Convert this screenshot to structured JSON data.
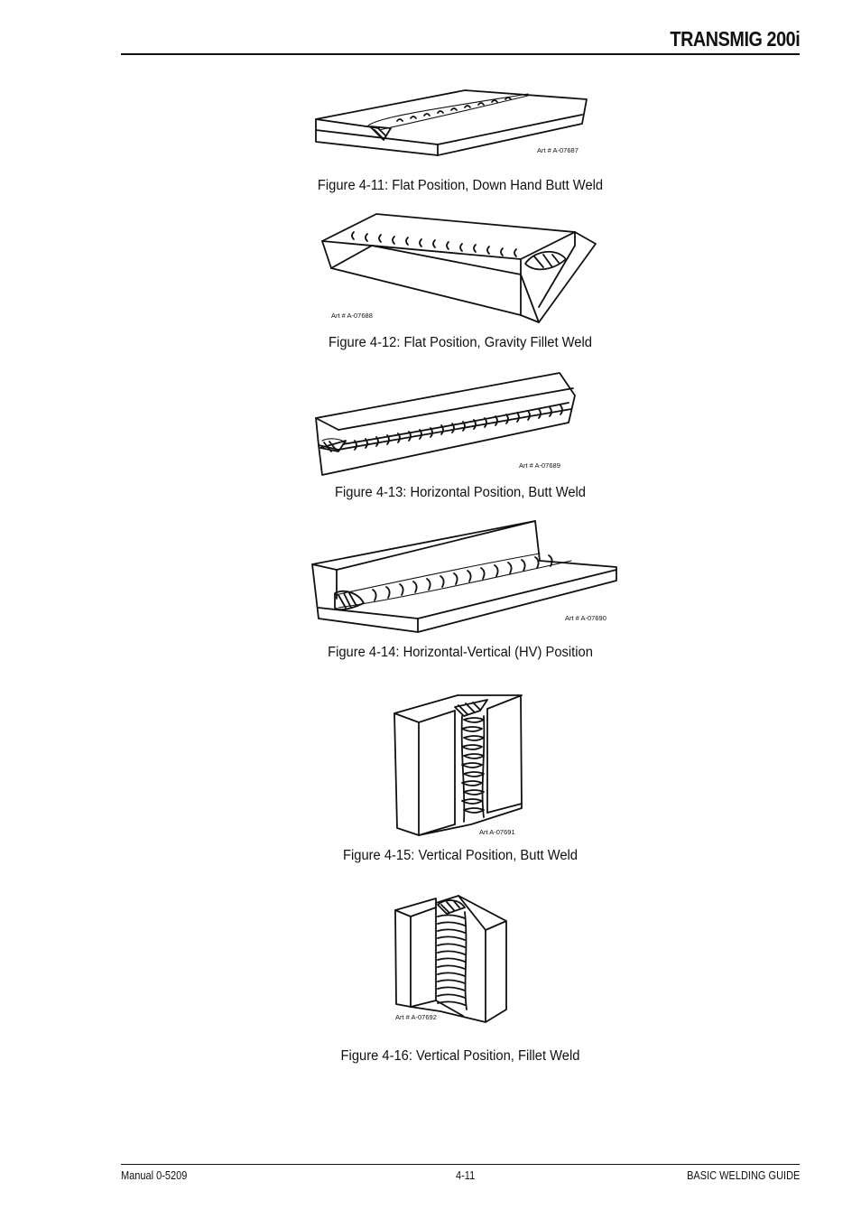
{
  "header": {
    "title": "TRANSMIG 200i"
  },
  "figures": [
    {
      "caption": "Figure 4-11: Flat Position, Down Hand Butt Weld",
      "art": "Art # A-07687"
    },
    {
      "caption": "Figure 4-12: Flat Position, Gravity Fillet Weld",
      "art": "Art # A-07688"
    },
    {
      "caption": "Figure 4-13: Horizontal Position, Butt Weld",
      "art": "Art # A-07689"
    },
    {
      "caption": "Figure 4-14: Horizontal-Vertical (HV) Position",
      "art": "Art # A-07690"
    },
    {
      "caption": "Figure 4-15: Vertical Position, Butt Weld",
      "art": "Art A-07691"
    },
    {
      "caption": "Figure 4-16: Vertical Position, Fillet Weld",
      "art": "Art # A-07692"
    }
  ],
  "footer": {
    "left": "Manual 0-5209",
    "center": "4-11",
    "right": "BASIC WELDING GUIDE"
  }
}
